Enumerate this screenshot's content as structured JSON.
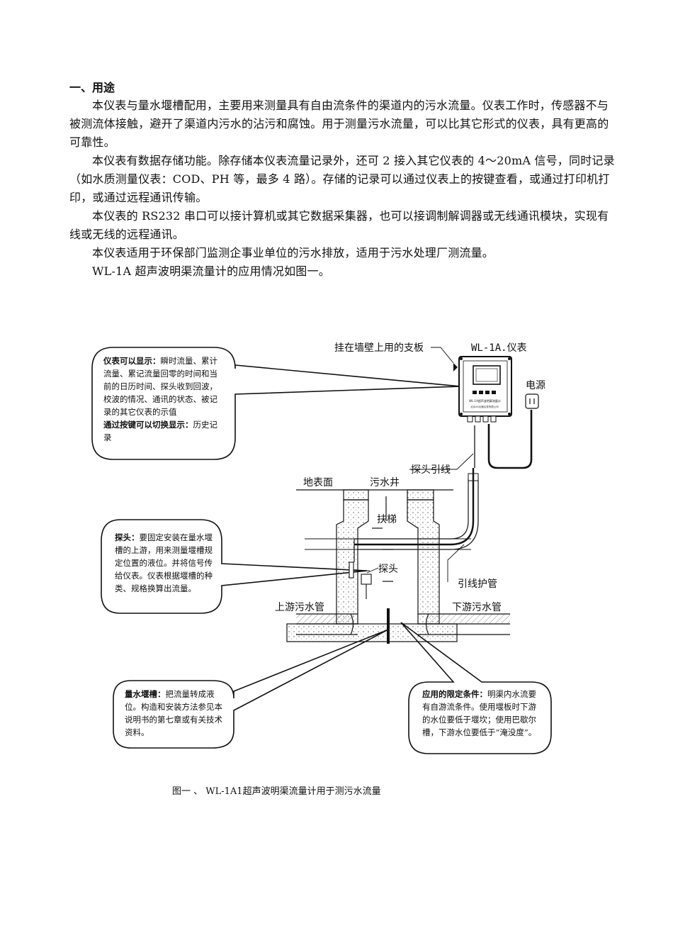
{
  "section": {
    "heading": "一、用途"
  },
  "paragraphs": [
    "本仪表与量水堰槽配用，主要用来测量具有自由流条件的渠道内的污水流量。仪表工作时，传感器不与被测流体接触，避开了渠道内污水的沾污和腐蚀。用于测量污水流量，可以比其它形式的仪表，具有更高的可靠性。",
    "本仪表有数据存储功能。除存储本仪表流量记录外，还可 2 接入其它仪表的 4～20mA 信号，同时记录（如水质测量仪表：COD、PH 等，最多 4 路）。存储的记录可以通过仪表上的按键查看，或通过打印机打印，或通过远程通讯传输。",
    "本仪表的 RS232 串口可以接计算机或其它数据采集器，也可以接调制解调器或无线通讯模块，实现有线或无线的远程通讯。",
    "本仪表适用于环保部门监测企事业单位的污水排放，适用于污水处理厂测流量。",
    "WL-1A 超声波明渠流量计的应用情况如图一。"
  ],
  "diagram": {
    "labels": {
      "wall_bracket": "挂在墙壁上用的支板",
      "instrument": "WL-1A.仪表",
      "power": "电源",
      "probe_lead": "探头引线",
      "ground_surface": "地表面",
      "sewer_well": "污水井",
      "ladder": "扶梯",
      "probe": "探头",
      "lead_conduit": "引线护管",
      "upstream_pipe": "上游污水管",
      "downstream_pipe": "下游污水管"
    },
    "panel_text": "WL-1A超声波明渠流量计",
    "panel_subtext": "北京XX仪器仪表有限公司"
  },
  "callouts": {
    "display": {
      "title1": "仪表可以显示：",
      "text1": "瞬时流量、累计流量、累记流量回零的时间和当前的日历时间、探头收到回波，校波的情况、通讯的状态、被记录的其它仪表的示值",
      "title2": "通过按键可以切换显示：",
      "text2": "历史记录"
    },
    "probe": {
      "title": "探头：",
      "text": "要固定安装在量水堰槽的上游，用来测量堰槽规定位置的液位。并将信号传给仪表。仪表根据堰槽的种类、规格换算出流量。"
    },
    "weir": {
      "title": "量水堰槽：",
      "text": "把流量转成液位。构造和安装方法参见本说明书的第七章或有关技术资料。"
    },
    "conditions": {
      "title": "应用的限定条件：",
      "text": "明渠内水流要有自游流条件。使用堰板时下游的水位要低于堰坎；使用巴歇尔槽，下游水位要低于“淹没度”。"
    }
  },
  "caption": "图一 、 WL-1A1超声波明渠流量计用于测污水流量"
}
